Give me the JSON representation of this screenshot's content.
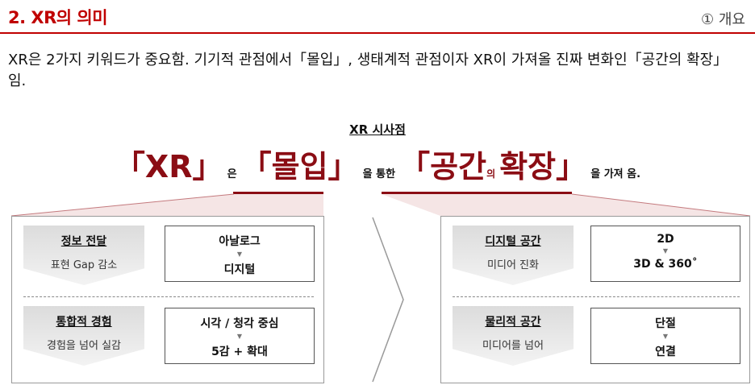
{
  "header": {
    "title": "2. XR의 의미",
    "section": "① 개요"
  },
  "intro": "XR은 2가지 키워드가 중요함. 기기적 관점에서「몰입」, 생태계적 관점이자 XR이 가져올 진짜 변화인「공간의 확장」임.",
  "summary": {
    "title": "XR 시사점",
    "headline": {
      "part1": "「XR」",
      "part2": "은",
      "part3": "「몰입」",
      "part4": "을 통한",
      "part5": "「공간",
      "part6": "의",
      "part7": "확장」",
      "part8": "을 가져 옴."
    }
  },
  "left_panel": {
    "rows": [
      {
        "title": "정보 전달",
        "subtitle": "표현 Gap 감소",
        "from": "아날로그",
        "to": "디지털"
      },
      {
        "title": "통합적 경험",
        "subtitle": "경험을 넘어 실감",
        "from": "시각 / 청각 중심",
        "to": "5감 + 확대"
      }
    ]
  },
  "right_panel": {
    "rows": [
      {
        "title": "디지털 공간",
        "subtitle": "미디어 진화",
        "from": "2D",
        "to": "3D & 360˚"
      },
      {
        "title": "물리적 공간",
        "subtitle": "미디어를 넘어",
        "from": "단절",
        "to": "연결"
      }
    ]
  },
  "colors": {
    "header_red": "#c00000",
    "headline_dark_red": "#8b0d14",
    "pentagon_gray": "#dcdcdc"
  },
  "icons": {
    "arrow": "down-triangle-icon",
    "connector": "chevron-right-icon"
  }
}
